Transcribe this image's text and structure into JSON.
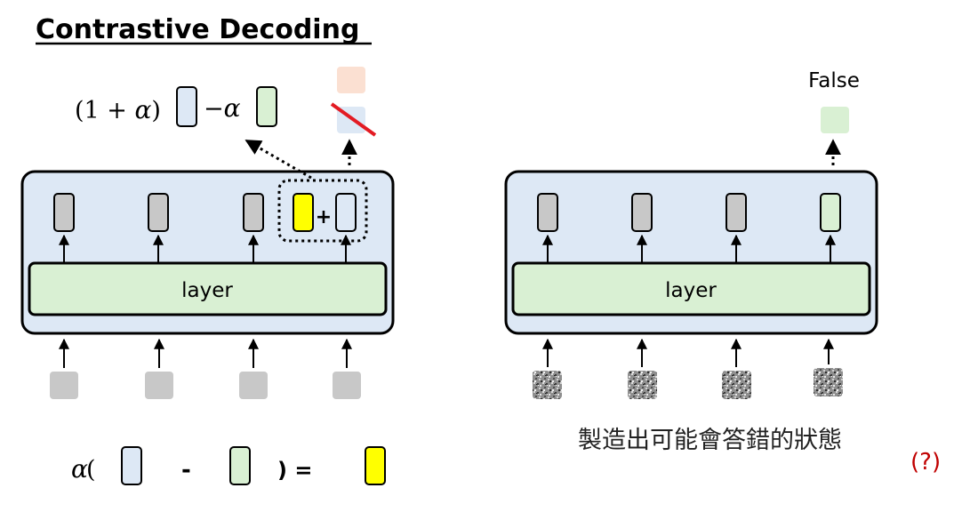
{
  "title": "Contrastive Decoding",
  "left_panel": {
    "layer_label": "layer",
    "formula_prefix": "(1 + ",
    "formula_alpha": "α",
    "formula_suffix": ")",
    "formula_minus": "−",
    "formula_minus_alpha": "α",
    "plus_sign": "+"
  },
  "right_panel": {
    "layer_label": "layer",
    "output_label": "False",
    "caption": "製造出可能會答錯的狀態",
    "question_mark": "(?)"
  },
  "bottom_formula": {
    "alpha": "α",
    "open_paren": "(",
    "minus": "-",
    "close_paren_equals": ") ="
  },
  "colors": {
    "panel_fill": "#dde8f5",
    "layer_fill": "#d9f0d3",
    "gray_box": "#c8c8c8",
    "yellow": "#ffff00",
    "light_blue": "#dde8f5",
    "light_green": "#d9f0d3",
    "peach": "#fbe0d2",
    "strike_red": "#e31b23",
    "question_red": "#c00000"
  }
}
